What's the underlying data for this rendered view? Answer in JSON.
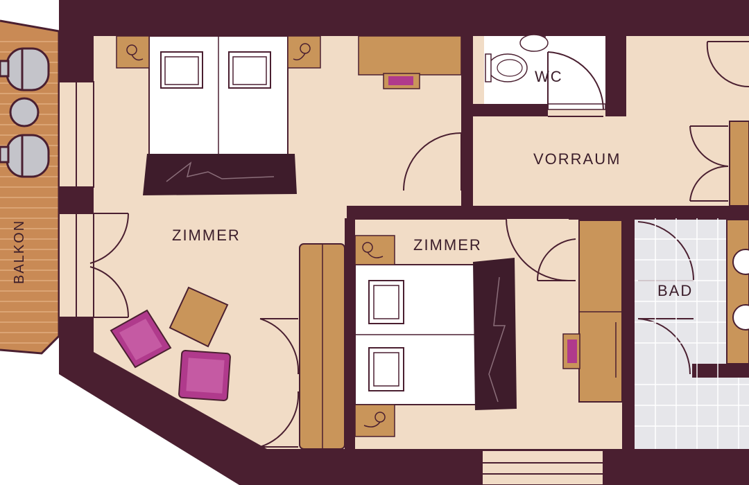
{
  "plan": {
    "rooms": {
      "zimmer_left": "ZIMMER",
      "zimmer_right": "ZIMMER",
      "vorraum": "VORRAUM",
      "wc": "WC",
      "bad": "BAD",
      "balkon": "BALKON"
    },
    "colors": {
      "wall": "#4a1f30",
      "floor": "#f1dcc6",
      "furniture_wood": "#c9955a",
      "bed_linen": "#ffffff",
      "bed_throw": "#3e1c2b",
      "armchair": "#b03a8c",
      "bathroom_tile": "#e6e6ea",
      "balcony_deck": "#c98a55"
    },
    "icons": [
      "bedside-lamp-icon",
      "door-swing-icon",
      "toilet-icon",
      "sink-icon",
      "armchair-icon"
    ]
  }
}
